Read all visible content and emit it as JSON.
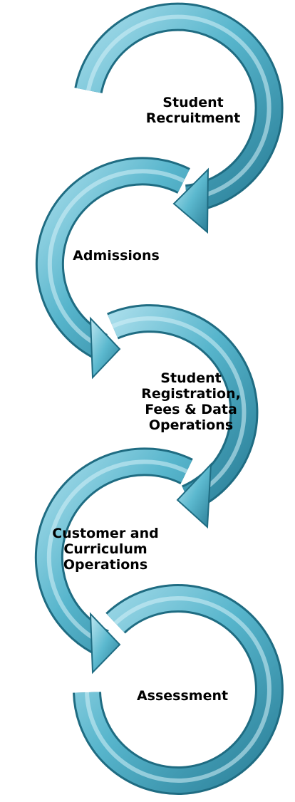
{
  "diagram": {
    "steps": [
      {
        "lines": [
          "Student",
          "Recruitment"
        ]
      },
      {
        "lines": [
          "Admissions"
        ]
      },
      {
        "lines": [
          "Student",
          "Registration,",
          "Fees & Data",
          "Operations"
        ]
      },
      {
        "lines": [
          "Customer and",
          "Curriculum",
          "Operations"
        ]
      },
      {
        "lines": [
          "Assessment"
        ]
      }
    ]
  },
  "colors": {
    "arrow_light": "#9cd6e6",
    "arrow_mid": "#4fb0c8",
    "arrow_dark": "#2a7f97",
    "arrow_edge": "#1f6c82",
    "text": "#000000"
  }
}
